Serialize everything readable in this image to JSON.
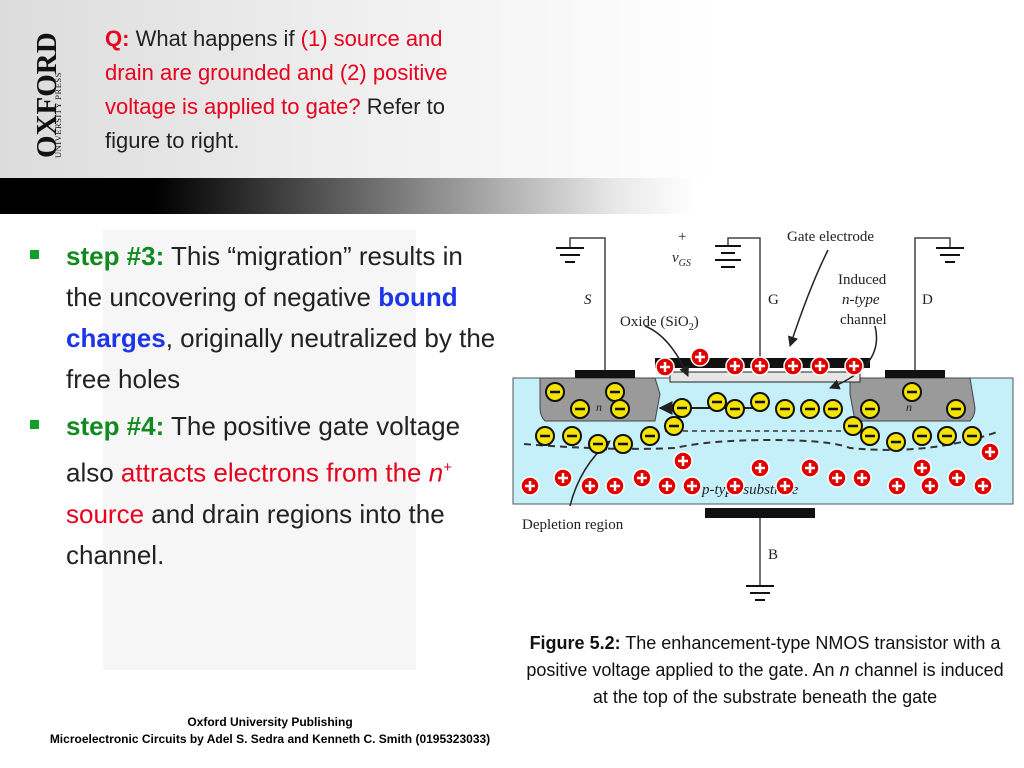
{
  "logo": {
    "brand": "OXFORD",
    "subtitle": "UNIVERSITY PRESS"
  },
  "question": {
    "prefix": "Q:",
    "lead": " What happens if ",
    "red_text": "(1) source and drain are grounded and (2) positive voltage is applied to gate?",
    "tail": "  Refer to figure to right."
  },
  "bullets": [
    {
      "label": "step #3:",
      "text1": " This “migration” results in the uncovering of negative ",
      "highlight": "bound charges",
      "text2": ", originally neutralized by the free holes"
    },
    {
      "label": "step #4:",
      "text1": " The positive gate voltage also ",
      "red1": "attracts electrons from the ",
      "red_italic": "n",
      "red_sup": "+",
      "red2": " source",
      "text2": " and drain regions into the channel."
    }
  ],
  "figure": {
    "labels": {
      "gate_electrode": "Gate electrode",
      "plus": "+",
      "vgs": "v",
      "vgs_sub": "GS",
      "induced": "Induced",
      "n_type": "n-type",
      "channel": "channel",
      "s": "S",
      "g": "G",
      "d": "D",
      "oxide": "Oxide (SiO",
      "oxide_sub": "2",
      "oxide_close": ")",
      "n_left": "n",
      "n_right": "n",
      "p_type_substrate": "p-type substrate",
      "depletion": "Depletion region",
      "b": "B"
    },
    "colors": {
      "substrate": "#c5f0fa",
      "n_region": "#9a9a9a",
      "positive": "#e00000",
      "negative_fill": "#f5e400"
    }
  },
  "caption": {
    "label": "Figure 5.2:",
    "text1": " The enhancement-type NMOS transistor with a positive voltage applied to the gate. An ",
    "italic": "n",
    "text2": " channel is induced at the top of the substrate beneath the gate"
  },
  "footer": {
    "line1": "Oxford University Publishing",
    "line2": "Microelectronic Circuits by Adel S. Sedra and Kenneth C. Smith (0195323033)"
  }
}
